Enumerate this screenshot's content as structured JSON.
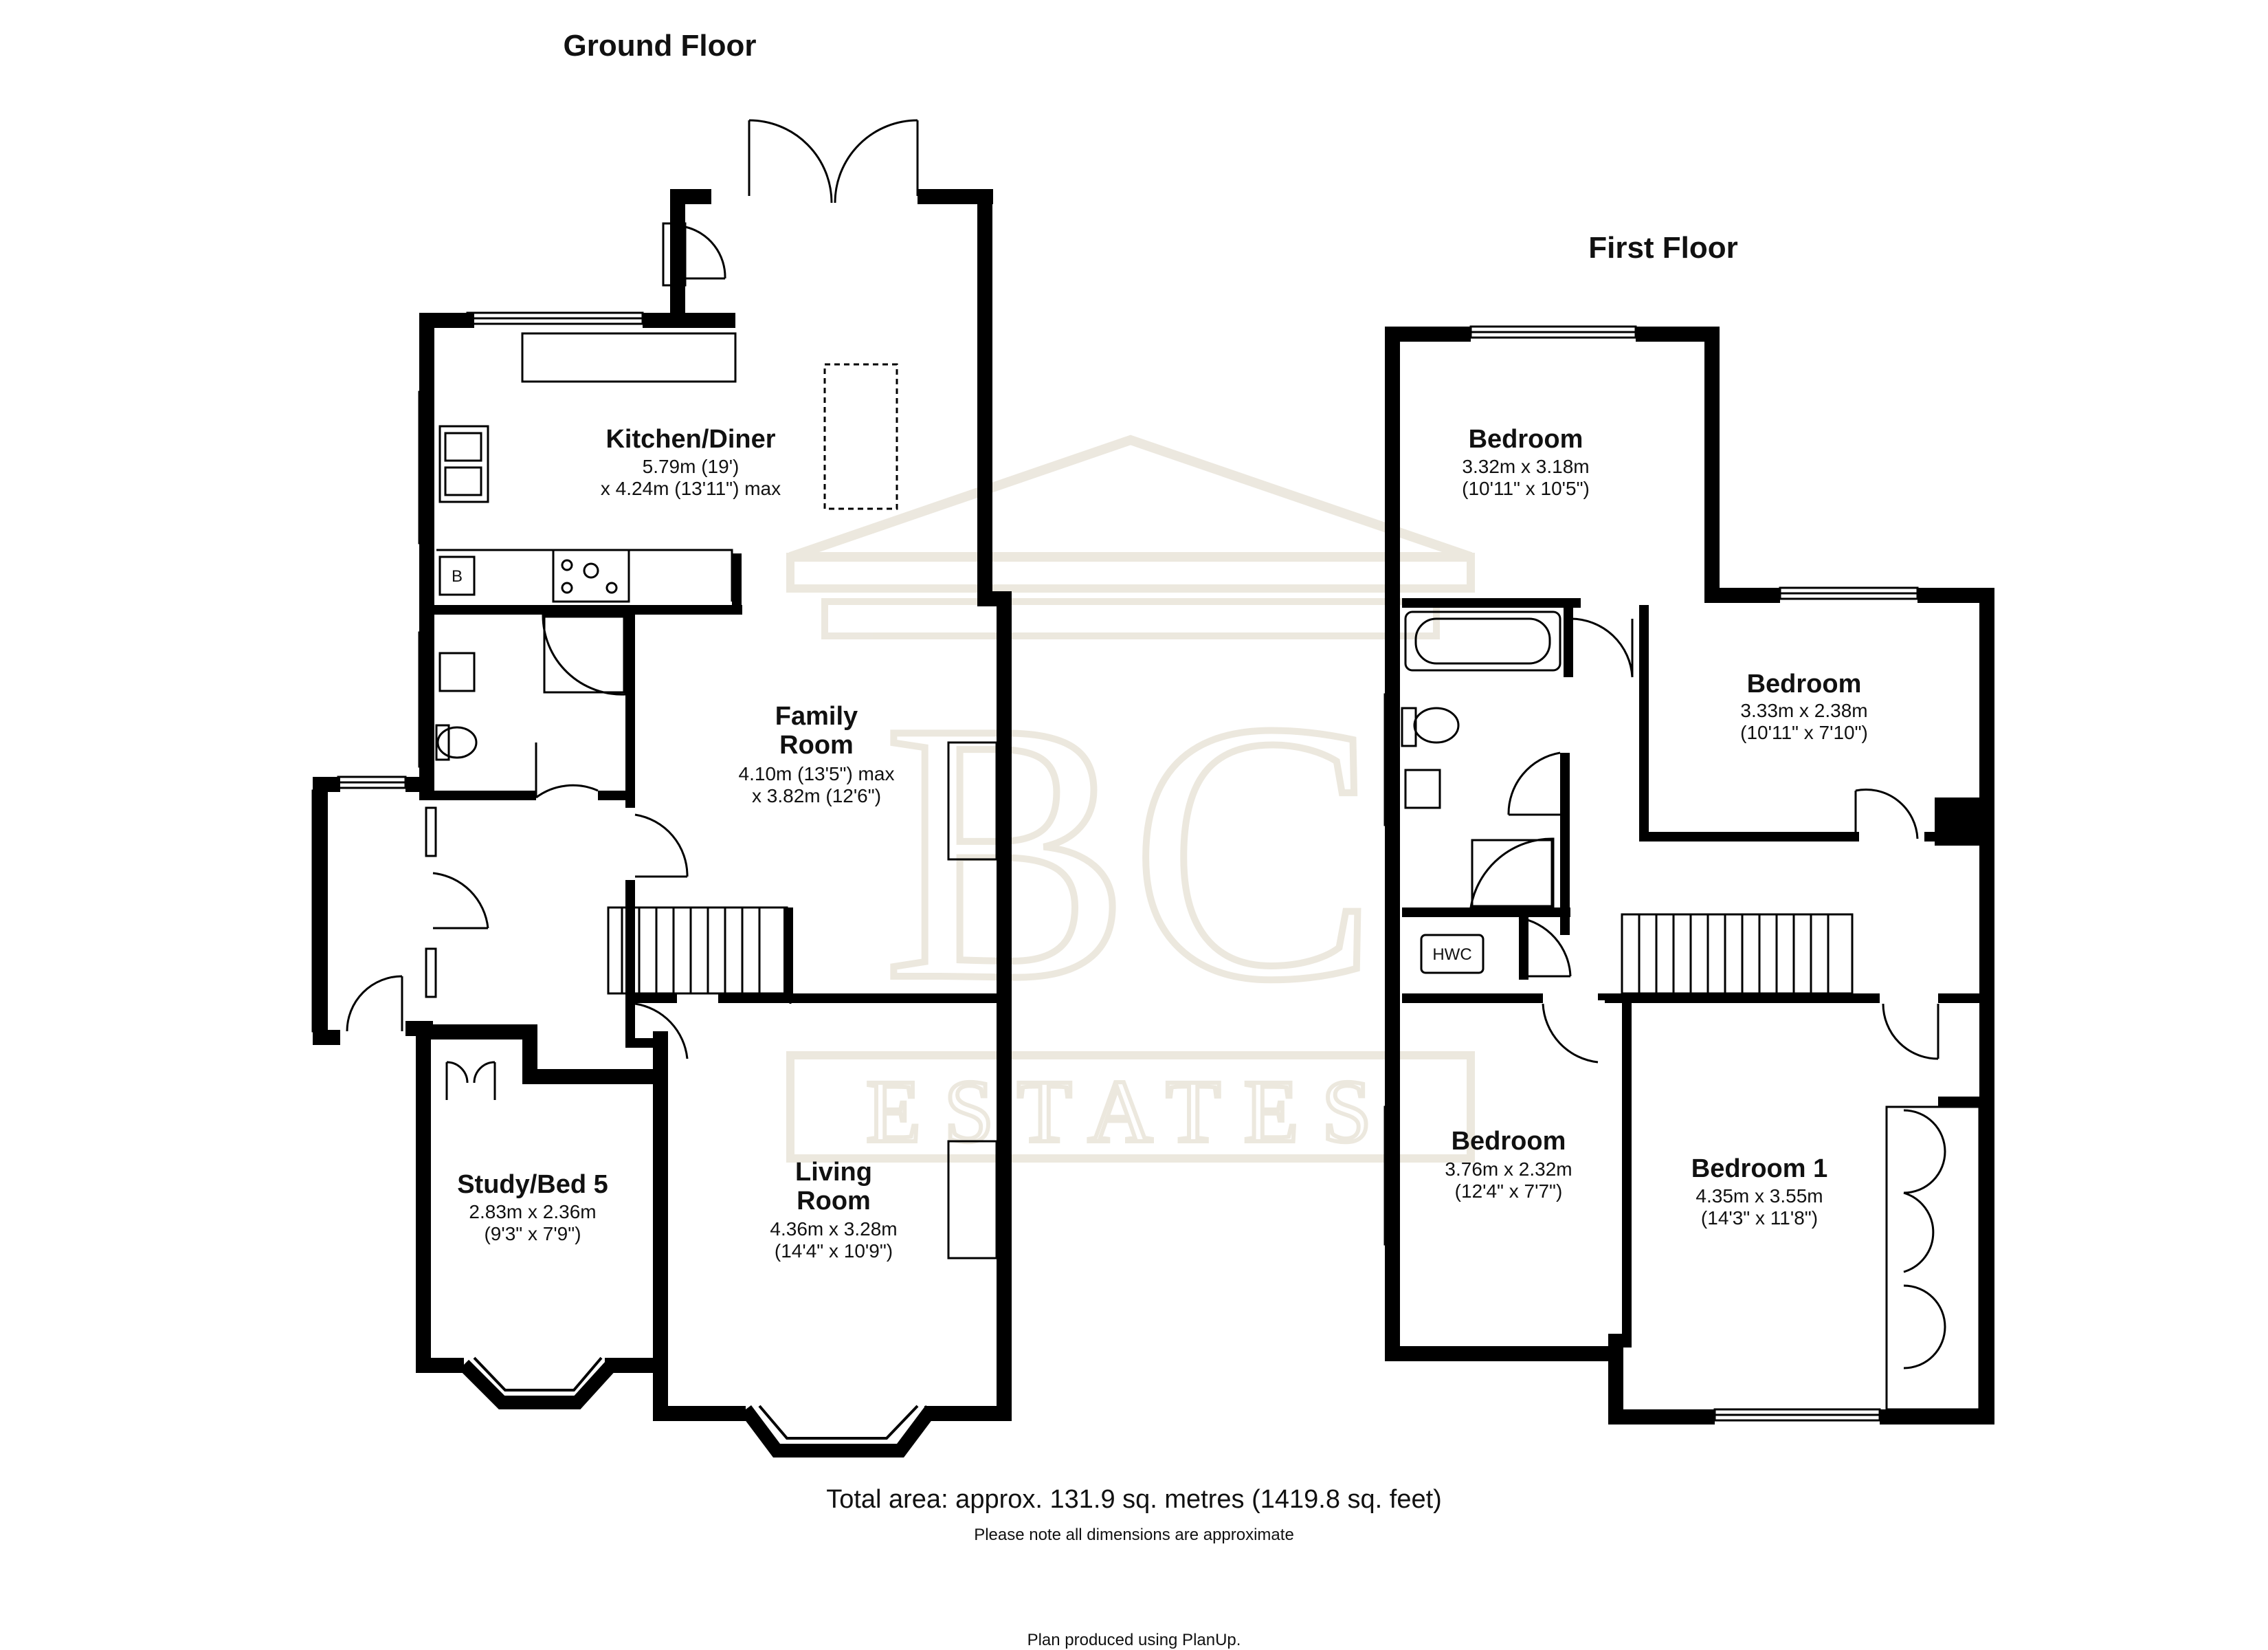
{
  "floors": {
    "ground": {
      "title": "Ground Floor"
    },
    "first": {
      "title": "First Floor"
    }
  },
  "rooms": {
    "kitchen": {
      "name": "Kitchen/Diner",
      "dim1": "5.79m (19')",
      "dim2": "x 4.24m (13'11\") max"
    },
    "family": {
      "name1": "Family",
      "name2": "Room",
      "dim1": "4.10m (13'5\") max",
      "dim2": "x 3.82m (12'6\")"
    },
    "study": {
      "name": "Study/Bed 5",
      "dim1": "2.83m x 2.36m",
      "dim2": "(9'3\" x 7'9\")"
    },
    "living": {
      "name1": "Living",
      "name2": "Room",
      "dim1": "4.36m x 3.28m",
      "dim2": "(14'4\" x 10'9\")"
    },
    "bedroom_a": {
      "name": "Bedroom",
      "dim1": "3.32m x 3.18m",
      "dim2": "(10'11\" x 10'5\")"
    },
    "bedroom_b": {
      "name": "Bedroom",
      "dim1": "3.33m x 2.38m",
      "dim2": "(10'11\" x 7'10\")"
    },
    "bedroom_c": {
      "name": "Bedroom",
      "dim1": "3.76m x 2.32m",
      "dim2": "(12'4\" x 7'7\")"
    },
    "bedroom_1": {
      "name": "Bedroom 1",
      "dim1": "4.35m x 3.55m",
      "dim2": "(14'3\" x 11'8\")"
    }
  },
  "fixtures": {
    "boiler": "B",
    "hwc": "HWC"
  },
  "watermark": {
    "monogram": "BC",
    "text": "ESTATES"
  },
  "footer": {
    "total": "Total area: approx. 131.9 sq. metres (1419.8 sq. feet)",
    "note": "Please note all dimensions are approximate",
    "produced": "Plan produced using PlanUp."
  }
}
